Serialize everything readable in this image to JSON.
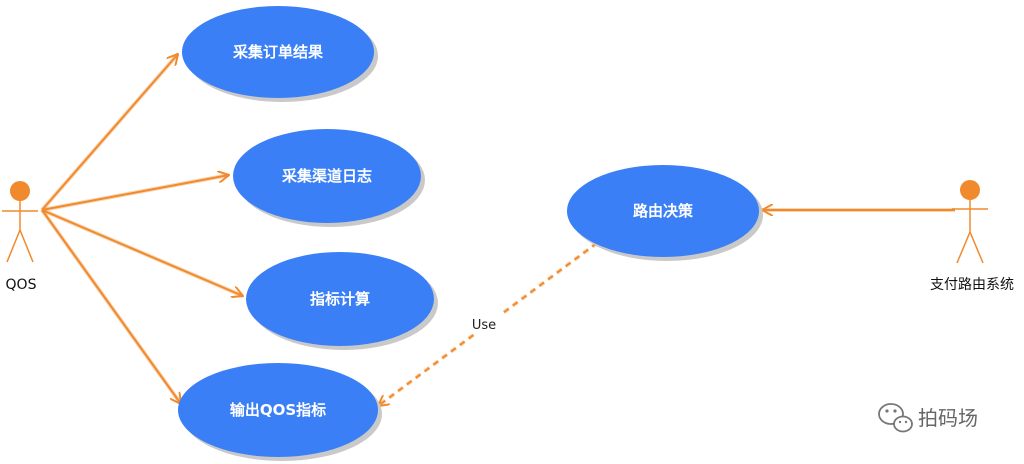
{
  "colors": {
    "usecase_fill": "#3a7ff6",
    "usecase_shadow": "#c9c9c9",
    "actor": "#f08a2c",
    "connector": "#f08a2c",
    "watermark": "#777777"
  },
  "actors": {
    "qos": {
      "label": "QOS"
    },
    "payment_routing": {
      "label": "支付路由系统"
    }
  },
  "use_cases": {
    "collect_order": {
      "label": "采集订单结果"
    },
    "collect_channel_log": {
      "label": "采集渠道日志"
    },
    "metric_calc": {
      "label": "指标计算"
    },
    "output_qos": {
      "label": "输出QOS指标"
    },
    "route_decision": {
      "label": "路由决策"
    }
  },
  "relationships": {
    "use_label": "Use"
  },
  "watermark": {
    "text": "拍码场",
    "icon": "wechat-icon"
  }
}
